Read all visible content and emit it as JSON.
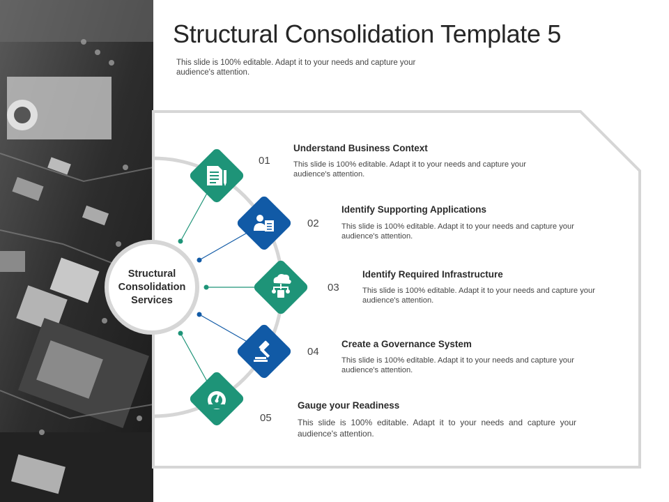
{
  "slide": {
    "title": "Structural Consolidation Template 5",
    "subtitle": "This slide is 100% editable. Adapt it to your needs and capture your audience's attention."
  },
  "center": {
    "label_lines": [
      "Structural",
      "Consolidation",
      "Services"
    ]
  },
  "colors": {
    "green": "#1e9478",
    "blue": "#115aa6",
    "frame": "#d6d6d6"
  },
  "items": [
    {
      "number": "01",
      "title": "Understand Business Context",
      "description": "This slide is 100% editable. Adapt it to your needs and capture your audience's attention.",
      "icon": "document-pencil-icon",
      "color": "green"
    },
    {
      "number": "02",
      "title": "Identify Supporting Applications",
      "description": "This slide is 100% editable. Adapt it to your needs and capture your audience's attention.",
      "icon": "user-document-icon",
      "color": "blue"
    },
    {
      "number": "03",
      "title": "Identify Required Infrastructure",
      "description": "This slide is 100% editable. Adapt it to your needs and capture your audience's attention.",
      "icon": "cloud-network-icon",
      "color": "green"
    },
    {
      "number": "04",
      "title": "Create a Governance System",
      "description": "This slide is 100% editable. Adapt it to your needs and capture your audience's attention.",
      "icon": "gavel-icon",
      "color": "blue"
    },
    {
      "number": "05",
      "title": "Gauge your Readiness",
      "description": "This slide is 100% editable. Adapt it to your needs and capture your audience's attention.",
      "icon": "speedometer-icon",
      "color": "green"
    }
  ]
}
